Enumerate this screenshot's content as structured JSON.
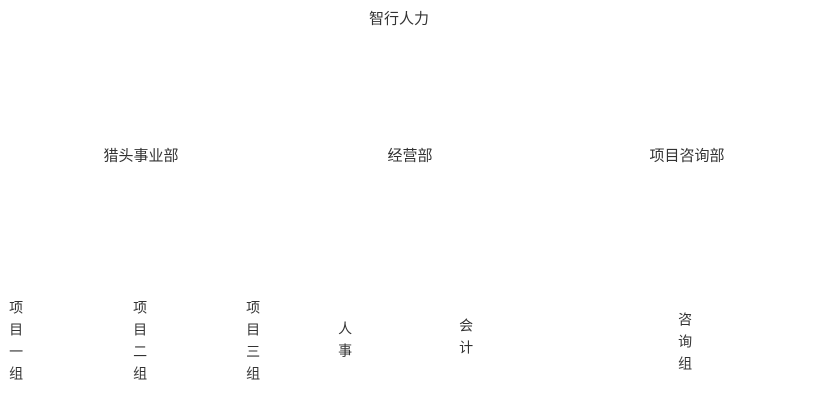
{
  "org": {
    "title": "智行人力",
    "root": {
      "label": "智行人力"
    },
    "departments": [
      {
        "label": "猎头事业部",
        "children": [
          {
            "label": "项目一组"
          },
          {
            "label": "项目二组"
          },
          {
            "label": "项目三组"
          }
        ]
      },
      {
        "label": "经营部",
        "children": [
          {
            "label": "人事"
          },
          {
            "label": "会计"
          }
        ]
      },
      {
        "label": "项目咨询部",
        "children": [
          {
            "label": "咨询组"
          }
        ]
      }
    ],
    "colors": {
      "text": "#333333",
      "background": "#ffffff"
    }
  }
}
